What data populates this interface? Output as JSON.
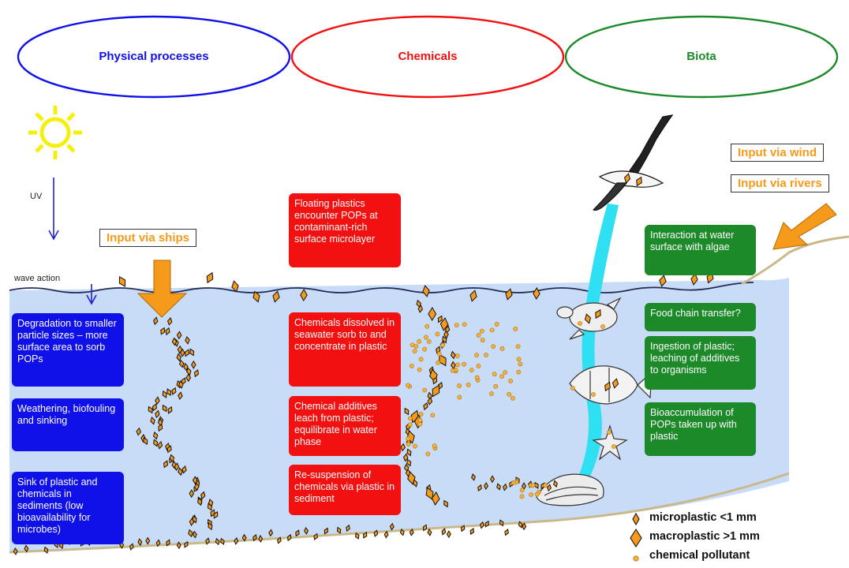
{
  "headers": {
    "physical": "Physical processes",
    "chemicals": "Chemicals",
    "biota": "Biota"
  },
  "colors": {
    "physical": "#1010e8",
    "chemicals": "#f21010",
    "biota": "#1d8a2a",
    "plastic": "#f59a1a",
    "water": "#c8dcf8"
  },
  "labels": {
    "uv": "UV",
    "wave_action": "wave action",
    "input_ships": "Input via ships",
    "input_wind": "Input via wind",
    "input_rivers": "Input via rivers"
  },
  "physical_boxes": [
    "Degradation to smaller particle sizes – more surface area to sorb POPs",
    "Weathering, biofouling and sinking",
    "Sink of plastic and chemicals in sediments (low bioavailability for microbes)"
  ],
  "chemical_boxes": [
    "Floating plastics encounter POPs at contaminant-rich surface microlayer",
    "Chemicals dissolved in seawater sorb to and concentrate in plastic",
    "Chemical additives leach from plastic; equilibrate in water phase",
    "Re-suspension of chemicals via plastic in sediment"
  ],
  "biota_boxes": [
    "Interaction at water surface with algae",
    "Food chain transfer?",
    "Ingestion of plastic; leaching of additives to organisms",
    "Bioaccumulation of POPs taken up with plastic"
  ],
  "legend": [
    {
      "symbol": "microplastic",
      "label": "microplastic <1 mm"
    },
    {
      "symbol": "macroplastic",
      "label": "macroplastic >1 mm"
    },
    {
      "symbol": "pollutant",
      "label": "chemical pollutant"
    }
  ]
}
